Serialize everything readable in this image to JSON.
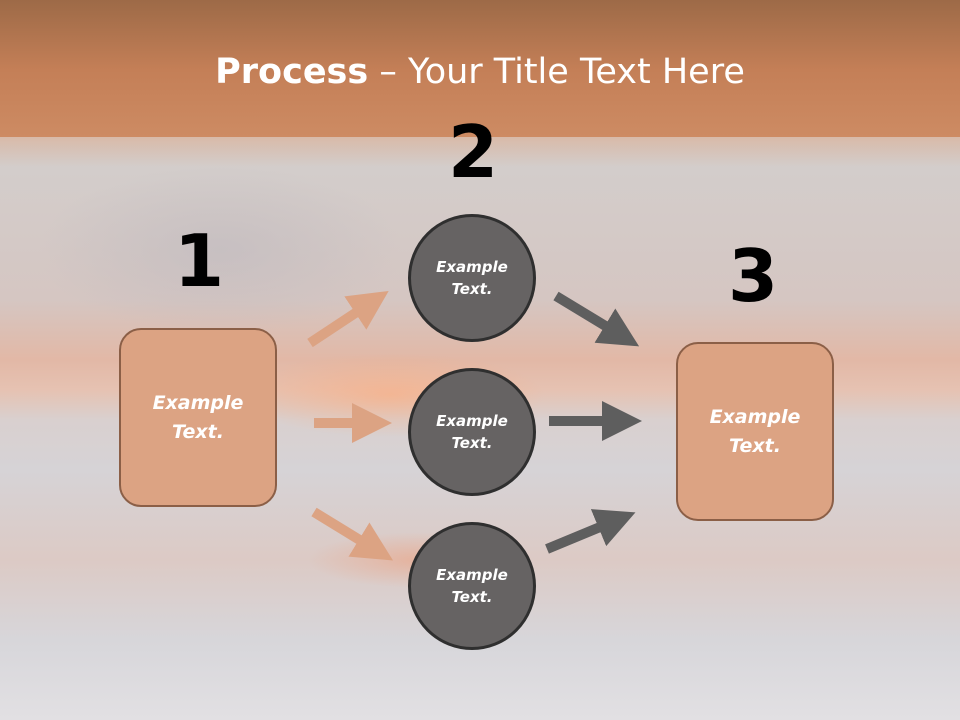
{
  "slide": {
    "title_bold": "Process",
    "title_rest": " – Your Title Text Here"
  },
  "steps": [
    {
      "number": "1",
      "boxes": [
        "Example\nText."
      ]
    },
    {
      "number": "2",
      "circles": [
        "Example\nText.",
        "Example\nText.",
        "Example\nText."
      ]
    },
    {
      "number": "3",
      "boxes": [
        "Example\nText."
      ]
    }
  ],
  "colors": {
    "header": "#c47f57",
    "box_fill": "#dca383",
    "circle_fill": "#666363",
    "arrow_light": "#dca383",
    "arrow_dark": "#5e5e5e"
  }
}
